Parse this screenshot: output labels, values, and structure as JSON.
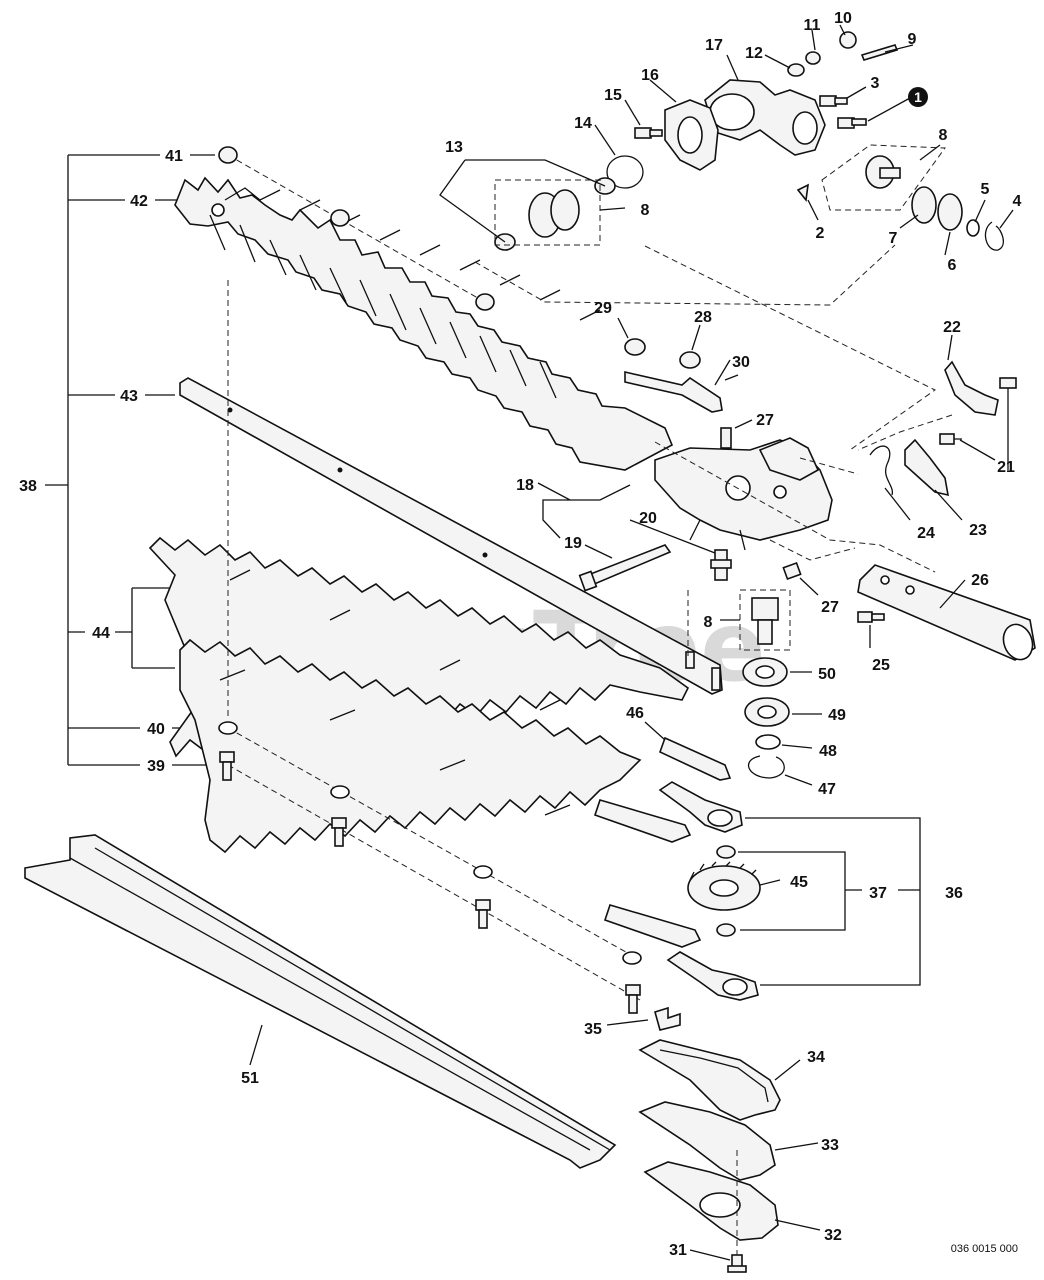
{
  "diagram": {
    "watermark": "PartsTree",
    "drawing_code": "036 0015 000",
    "callout_labels": {
      "n1": "1",
      "n2": "2",
      "n3": "3",
      "n4": "4",
      "n5": "5",
      "n6": "6",
      "n7": "7",
      "n8a": "8",
      "n8b": "8",
      "n8c": "8",
      "n9": "9",
      "n10": "10",
      "n11": "11",
      "n12": "12",
      "n13": "13",
      "n14": "14",
      "n15": "15",
      "n16": "16",
      "n17": "17",
      "n18": "18",
      "n19": "19",
      "n20": "20",
      "n21": "21",
      "n22": "22",
      "n23": "23",
      "n24": "24",
      "n25": "25",
      "n26": "26",
      "n27a": "27",
      "n27b": "27",
      "n28": "28",
      "n29": "29",
      "n30": "30",
      "n31": "31",
      "n32": "32",
      "n33": "33",
      "n34": "34",
      "n35": "35",
      "n36": "36",
      "n37": "37",
      "n38": "38",
      "n39": "39",
      "n40": "40",
      "n41": "41",
      "n42": "42",
      "n43": "43",
      "n44": "44",
      "n45": "45",
      "n46": "46",
      "n47": "47",
      "n48": "48",
      "n49": "49",
      "n50": "50",
      "n51": "51"
    }
  }
}
